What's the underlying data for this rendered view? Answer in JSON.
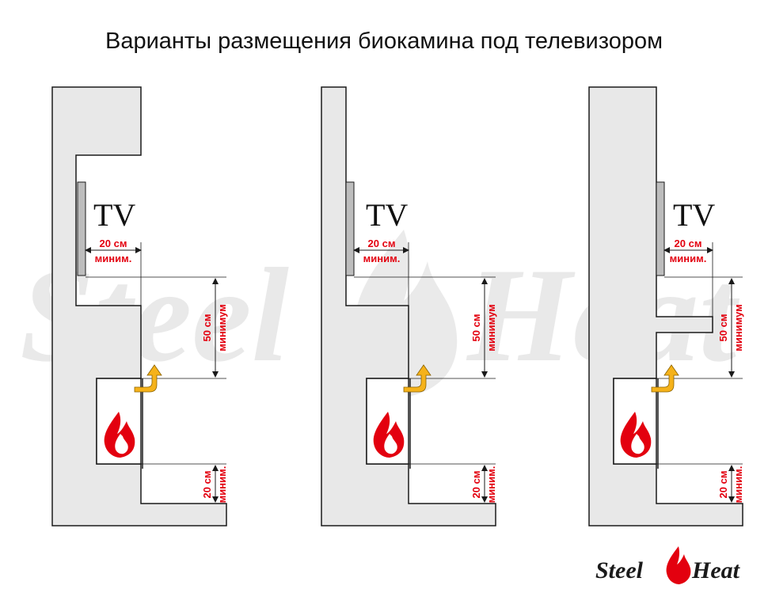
{
  "title": "Варианты размещения биокамина под телевизором",
  "tv_label": "TV",
  "gap_value": "20 см",
  "gap_word": "миним.",
  "height_value": "50 см",
  "height_word": "минимум",
  "brand": {
    "word1": "Steel",
    "word2": "Heat"
  },
  "colors": {
    "wall": "#e8e8e8",
    "outline": "#1a1a1a",
    "accent": "#e3000f",
    "arrow": "#f5b21a",
    "tv": "#bdbdbd"
  },
  "variants": [
    {
      "id": 1
    },
    {
      "id": 2
    },
    {
      "id": 3
    }
  ]
}
